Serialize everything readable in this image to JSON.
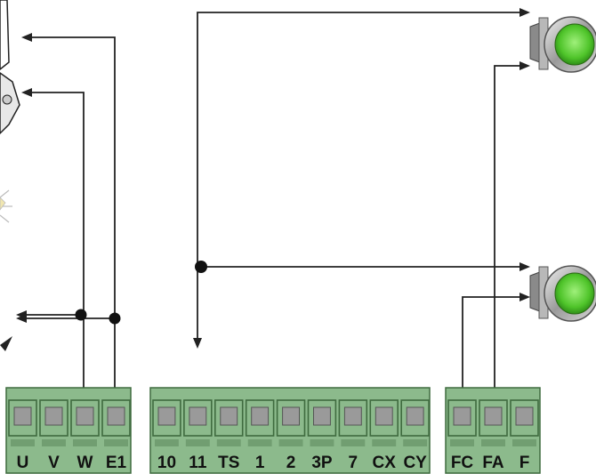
{
  "terminal_blocks": [
    {
      "id": "block-motor",
      "labels": [
        "U",
        "V",
        "W",
        "E1"
      ]
    },
    {
      "id": "block-control",
      "labels": [
        "10",
        "11",
        "TS",
        "1",
        "2",
        "3P",
        "7",
        "CX",
        "CY"
      ]
    },
    {
      "id": "block-limit",
      "labels": [
        "FC",
        "FA",
        "F"
      ]
    }
  ],
  "colors": {
    "terminal_green": "#8cba8c",
    "terminal_dark": "#3f6b3f",
    "screw_gray": "#9a9a9a",
    "lamp_green": "#5fd03a",
    "wire": "#222222"
  },
  "icons": {
    "lamp_top": "green-signal-lamp-icon",
    "lamp_bottom": "green-signal-lamp-icon",
    "device_top_left": "gearmotor-icon",
    "device_mid_left": "flashing-light-icon",
    "device_bottom_left": "antenna-icon"
  }
}
